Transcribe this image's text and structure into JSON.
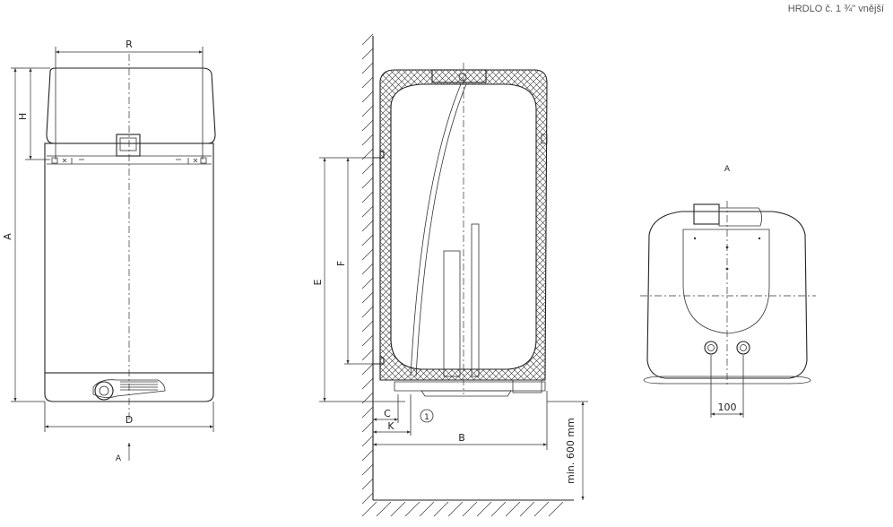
{
  "header": {
    "note": "HRDLO č. 1   ¾\" vnější"
  },
  "front_view": {
    "dim_R": "R",
    "dim_H": "H",
    "dim_A": "A",
    "dim_D": "D",
    "view_marker": "A"
  },
  "side_view": {
    "dim_E": "E",
    "dim_F": "F",
    "dim_C": "C",
    "dim_K": "K",
    "dim_B": "B",
    "dim_min": "min. 600 mm",
    "callout": "1"
  },
  "bottom_view": {
    "title": "A",
    "dim_100": "100"
  }
}
